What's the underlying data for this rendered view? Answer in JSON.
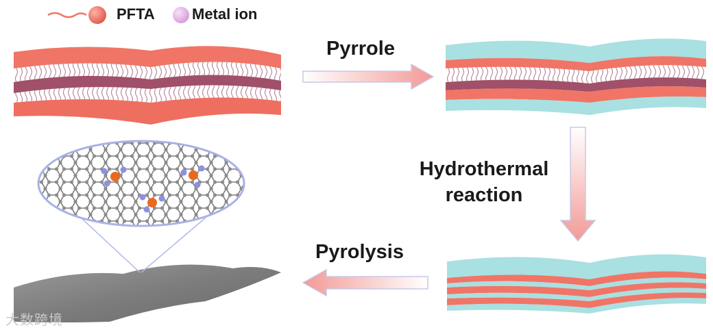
{
  "legend": {
    "pfta_label": "PFTA",
    "metal_label": "Metal ion"
  },
  "steps": {
    "pyrrole": "Pyrrole",
    "hydrothermal_line1": "Hydrothermal",
    "hydrothermal_line2": "reaction",
    "pyrolysis": "Pyrolysis"
  },
  "watermark": "大数跨境",
  "colors": {
    "pfta": "#f07566",
    "metal_ion": "#e6b8e8",
    "polypyrrole": "#a9e0e2",
    "carbon": "#8a8a8a",
    "nitrogen": "#8f8fe0",
    "metal_atom": "#e86a1e",
    "arrow": "#f4a0a0"
  }
}
